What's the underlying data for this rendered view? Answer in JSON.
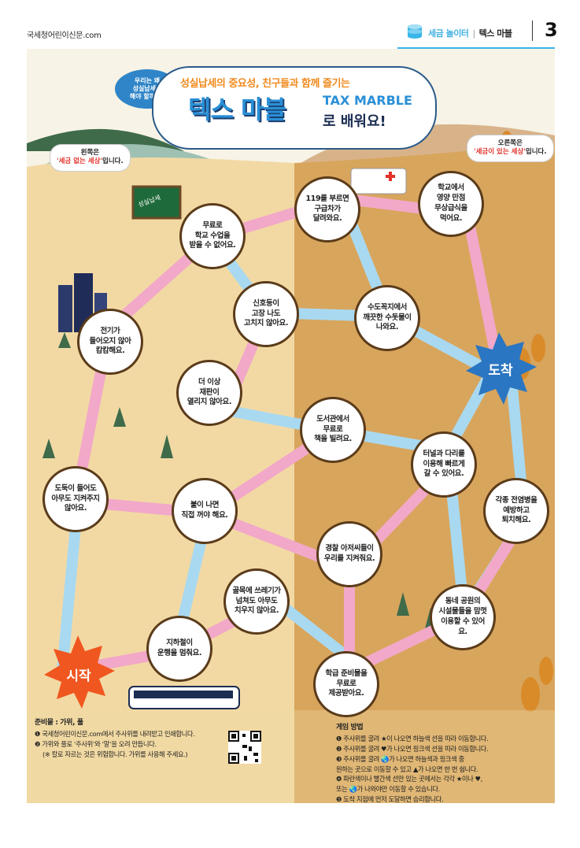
{
  "header": {
    "site": "국세청어린이신문.com",
    "section_a": "세금 놀이터",
    "section_b": "텍스 마블",
    "page_number": "3"
  },
  "title": {
    "question_bubble": "우리는 왜\n성실납세를\n해야 할까요?",
    "subtitle": "성실납세의 중요성, 친구들과 함께 즐기는",
    "main_ko": "텍스 마블",
    "main_en": "TAX MARBLE",
    "main_end": "로 배워요!"
  },
  "left_speech": {
    "line1": "왼쪽은",
    "highlight": "'세금 없는 세상'",
    "line2": "입니다."
  },
  "right_speech": {
    "line1": "오른쪽은",
    "highlight": "'세금이 있는 세상'",
    "line2": "입니다."
  },
  "board": {
    "start_label": "시작",
    "finish_label": "도착",
    "chalkboard_text": "성실납세",
    "nodes": [
      {
        "id": "n1",
        "text": "무료로\n학교 수업을\n받을 수 없어요."
      },
      {
        "id": "n2",
        "text": "119를 부르면\n구급차가\n달려와요."
      },
      {
        "id": "n3",
        "text": "학교에서\n영양 만점\n무상급식을\n먹어요."
      },
      {
        "id": "n4",
        "text": "전기가\n들어오지 않아\n캄캄해요."
      },
      {
        "id": "n5",
        "text": "신호등이\n고장 나도\n고치지 않아요."
      },
      {
        "id": "n6",
        "text": "수도꼭지에서\n깨끗한 수돗물이\n나와요."
      },
      {
        "id": "n7",
        "text": "더 이상\n재판이\n열리지 않아요."
      },
      {
        "id": "n8",
        "text": "도서관에서\n무료로\n책을 빌려요."
      },
      {
        "id": "n9",
        "text": "터널과 다리를\n이용해 빠르게\n갈 수 있어요."
      },
      {
        "id": "n10",
        "text": "도둑이 들어도\n아무도 지켜주지\n않아요."
      },
      {
        "id": "n11",
        "text": "불이 나면\n직접 꺼야 해요."
      },
      {
        "id": "n12",
        "text": "각종 전염병을\n예방하고\n퇴치해요."
      },
      {
        "id": "n13",
        "text": "경찰 아저씨들이\n우리를 지켜줘요."
      },
      {
        "id": "n14",
        "text": "골목에 쓰레기가\n넘쳐도 아무도\n치우지 않아요."
      },
      {
        "id": "n15",
        "text": "지하철이\n운행을 멈춰요."
      },
      {
        "id": "n16",
        "text": "동네 공원의\n시설물들을 맘껏\n이용할 수 있어요."
      },
      {
        "id": "n17",
        "text": "학급 준비물을\n무료로\n제공받아요."
      }
    ]
  },
  "prep": {
    "heading": "준비물 : 가위, 풀",
    "line1": "❶ 국세청어린이신문.com에서 주사위를 내려받고 인쇄합니다.",
    "line2": "❷ 가위와 풀로 ‘주사위’와 ‘말’을 오려 만듭니다.",
    "line3": "(※ 칼로 자르는 것은 위험합니다. 가위를 사용해 주세요.)"
  },
  "rules": {
    "heading": "게임 방법",
    "lines": [
      "❶ 주사위를 굴려 ★이 나오면 하늘색 선을 따라 이동합니다.",
      "❷ 주사위를 굴려 ♥가 나오면 핑크색 선을 따라 이동합니다.",
      "❸ 주사위를 굴려 🌏가 나오면 하늘색과 핑크색 중",
      "   원하는 곳으로 이동할 수 있고 ▲가 나오면 한 번 쉽니다.",
      "❹ 파란색이나 빨간색 선만 있는 곳에서는 각각 ★이나 ♥,",
      "   또는 🌏가 나와야만 이동할 수 있습니다.",
      "❺ 도착 지점에 먼저 도달하면 승리합니다."
    ]
  },
  "colors": {
    "left_ground": "#f2d9a4",
    "right_ground": "#d8a55d",
    "sky_path": "#a9d9f0",
    "pink_path": "#f2a8c8",
    "node_border": "#5a3b1a",
    "start_burst": "#f0561f",
    "finish_burst": "#2b76c2"
  }
}
